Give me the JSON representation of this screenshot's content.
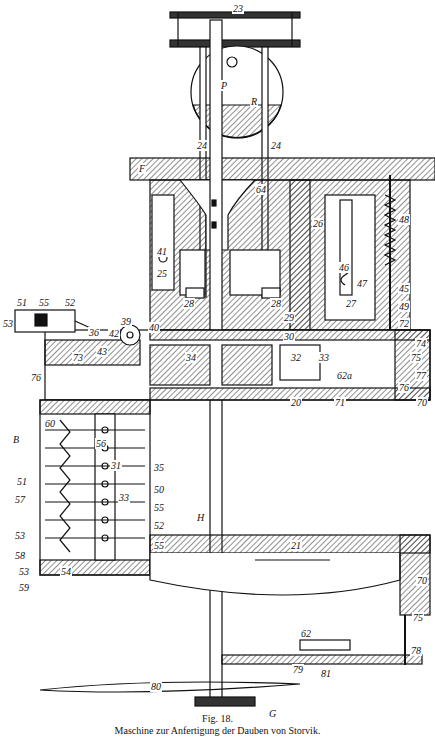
{
  "diagram": {
    "title": "Fig. 18.",
    "caption": "Maschine zur Anfertigung der Dauben von Storvik.",
    "labels": [
      "23",
      "P",
      "R",
      "24",
      "24",
      "F",
      "64",
      "48",
      "41",
      "25",
      "28",
      "28",
      "26",
      "29",
      "30",
      "45",
      "47",
      "46",
      "27",
      "49",
      "51",
      "55",
      "52",
      "53",
      "36",
      "72",
      "74",
      "42",
      "39",
      "40",
      "73",
      "76",
      "43",
      "34",
      "32",
      "33",
      "62a",
      "75",
      "77",
      "76",
      "60",
      "31",
      "35",
      "50",
      "20",
      "71",
      "70",
      "B",
      "51",
      "57",
      "33",
      "55",
      "52",
      "53",
      "55",
      "58",
      "53",
      "59",
      "21",
      "70",
      "62",
      "75",
      "78",
      "81",
      "79",
      "80",
      "G",
      "H",
      "56",
      "54"
    ]
  }
}
